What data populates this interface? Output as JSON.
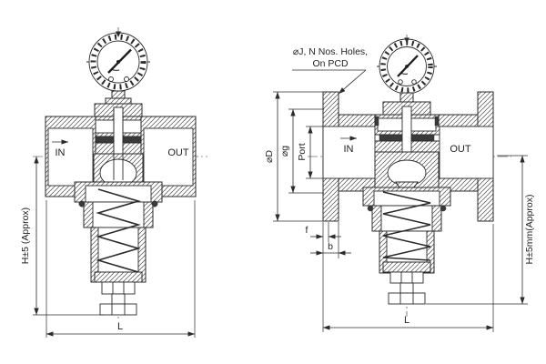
{
  "left_view": {
    "in_label": "IN",
    "out_label": "OUT",
    "height_dim": "H±5 (Approx)",
    "length_dim": "L"
  },
  "right_view": {
    "callout_line1": "⌀J, N Nos. Holes,",
    "callout_line2": "On PCD",
    "flange_od_dim": "⌀D",
    "gasket_dim": "⌀g",
    "port_dim": "Port",
    "raised_face_dim": "f",
    "flange_thickness_dim": "b",
    "in_label": "IN",
    "out_label": "OUT",
    "height_dim": "H±5mm(Approx)",
    "length_dim": "L"
  },
  "colors": {
    "line": "#2b2b2b",
    "background": "#ffffff"
  }
}
